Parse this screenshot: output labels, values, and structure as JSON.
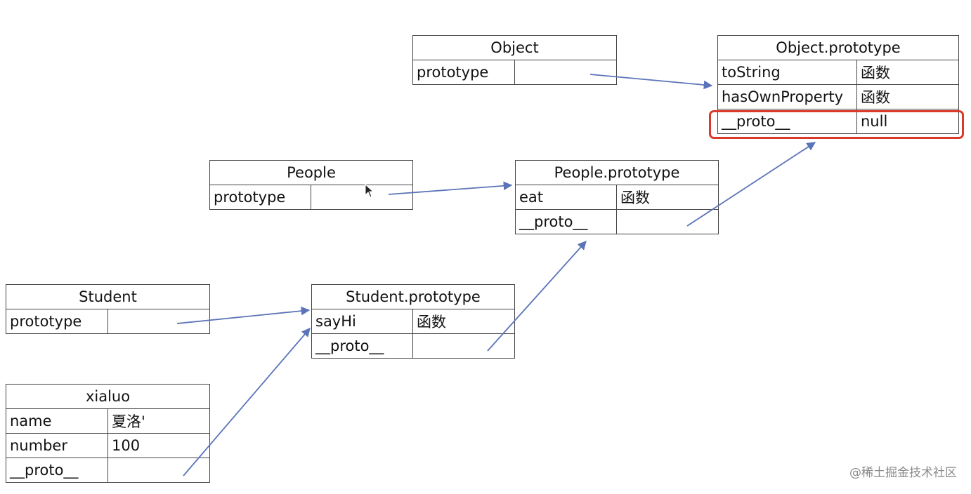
{
  "boxes": {
    "object": {
      "title": "Object",
      "rows": [
        {
          "key": "prototype",
          "value": ""
        }
      ]
    },
    "object_prototype": {
      "title": "Object.prototype",
      "rows": [
        {
          "key": "toString",
          "value": "函数"
        },
        {
          "key": "hasOwnProperty",
          "value": "函数"
        },
        {
          "key": "__proto__",
          "value": "null"
        }
      ]
    },
    "people": {
      "title": "People",
      "rows": [
        {
          "key": "prototype",
          "value": ""
        }
      ]
    },
    "people_prototype": {
      "title": "People.prototype",
      "rows": [
        {
          "key": "eat",
          "value": "函数"
        },
        {
          "key": "__proto__",
          "value": ""
        }
      ]
    },
    "student": {
      "title": "Student",
      "rows": [
        {
          "key": "prototype",
          "value": ""
        }
      ]
    },
    "student_prototype": {
      "title": "Student.prototype",
      "rows": [
        {
          "key": "sayHi",
          "value": "函数"
        },
        {
          "key": "__proto__",
          "value": ""
        }
      ]
    },
    "xialuo": {
      "title": "xialuo",
      "rows": [
        {
          "key": "name",
          "value": "夏洛'"
        },
        {
          "key": "number",
          "value": "100"
        },
        {
          "key": "__proto__",
          "value": ""
        }
      ]
    }
  },
  "colors": {
    "arrow": "#5b73b8",
    "highlight": "#d93a2b",
    "border": "#444444"
  },
  "watermark": "@稀土掘金技术社区"
}
